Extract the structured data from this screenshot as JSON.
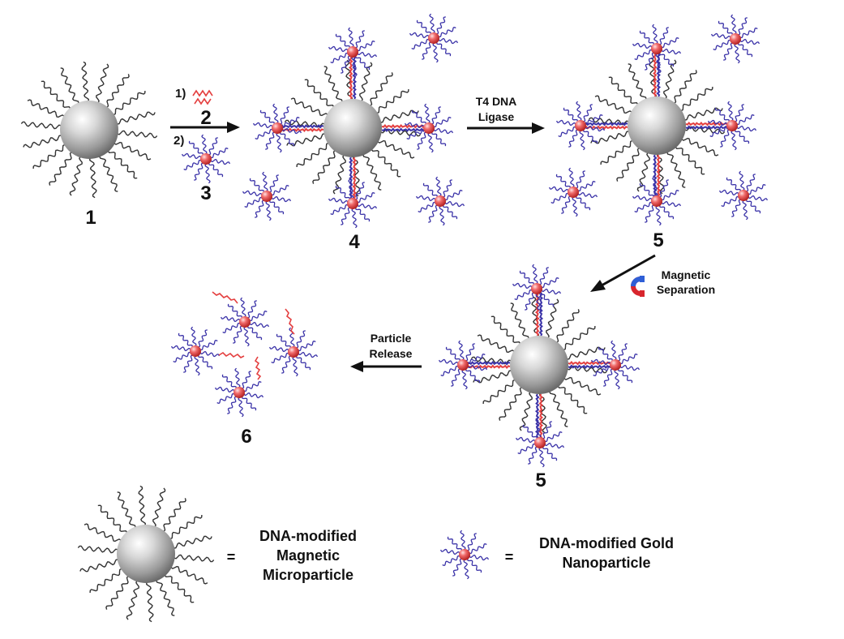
{
  "labels": {
    "compound_1": "1",
    "compound_2": "2",
    "compound_3": "3",
    "compound_4": "4",
    "compound_5a": "5",
    "compound_5b": "5",
    "compound_6": "6",
    "step_1": "1)",
    "step_2": "2)"
  },
  "steps": {
    "ligase": [
      "T4 DNA",
      "Ligase"
    ],
    "magnetic": [
      "Magnetic",
      "Separation"
    ],
    "release": [
      "Particle",
      "Release"
    ]
  },
  "legend": {
    "equals": "=",
    "magnetic_particle": [
      "DNA-modified",
      "Magnetic",
      "Microparticle"
    ],
    "gold_particle": [
      "DNA-modified Gold",
      "Nanoparticle"
    ]
  },
  "colors": {
    "background": "#ffffff",
    "dna_black": "#333333",
    "dna_blue": "#3b33a8",
    "dna_red": "#e43f3f",
    "gold_particle": "#e84a4a",
    "magnet_red": "#d8262d",
    "magnet_blue": "#2f5fd6",
    "text": "#111111"
  }
}
